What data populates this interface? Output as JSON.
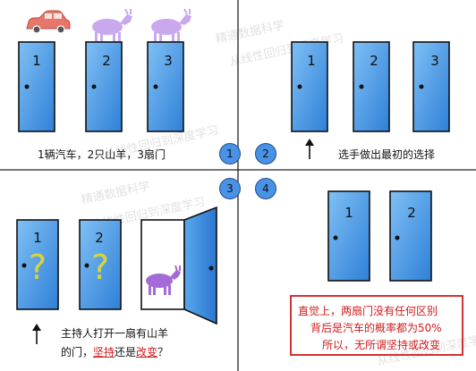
{
  "panels": {
    "p1": {
      "doors": [
        "1",
        "2",
        "3"
      ],
      "caption": "1辆汽车，2只山羊，3扇门"
    },
    "p2": {
      "doors": [
        "1",
        "2",
        "3"
      ],
      "caption": "选手做出最初的选择"
    },
    "p3": {
      "doors": [
        "1",
        "2"
      ],
      "question_mark": "?",
      "caption_line1": "主持人打开一扇有山羊",
      "caption_line2_a": "的门，",
      "caption_line2_b": "坚持",
      "caption_line2_c": "还是",
      "caption_line2_d": "改变",
      "caption_line2_e": "？"
    },
    "p4": {
      "doors": [
        "1",
        "2"
      ],
      "box_line1": "直觉上，两扇门没有任何区别",
      "box_line2": "背后是汽车的概率都为50%",
      "box_line3": "所以，无所谓坚持或改变"
    }
  },
  "step_labels": [
    "1",
    "2",
    "3",
    "4"
  ],
  "watermark": {
    "line1": "精通数据科学",
    "line2": "从线性回归到深度学习"
  },
  "colors": {
    "door": "#3d8ee0",
    "goat": "#b47fe0",
    "car": "#e8776b",
    "red": "#d21b1b",
    "circle": "#4a92e6"
  }
}
